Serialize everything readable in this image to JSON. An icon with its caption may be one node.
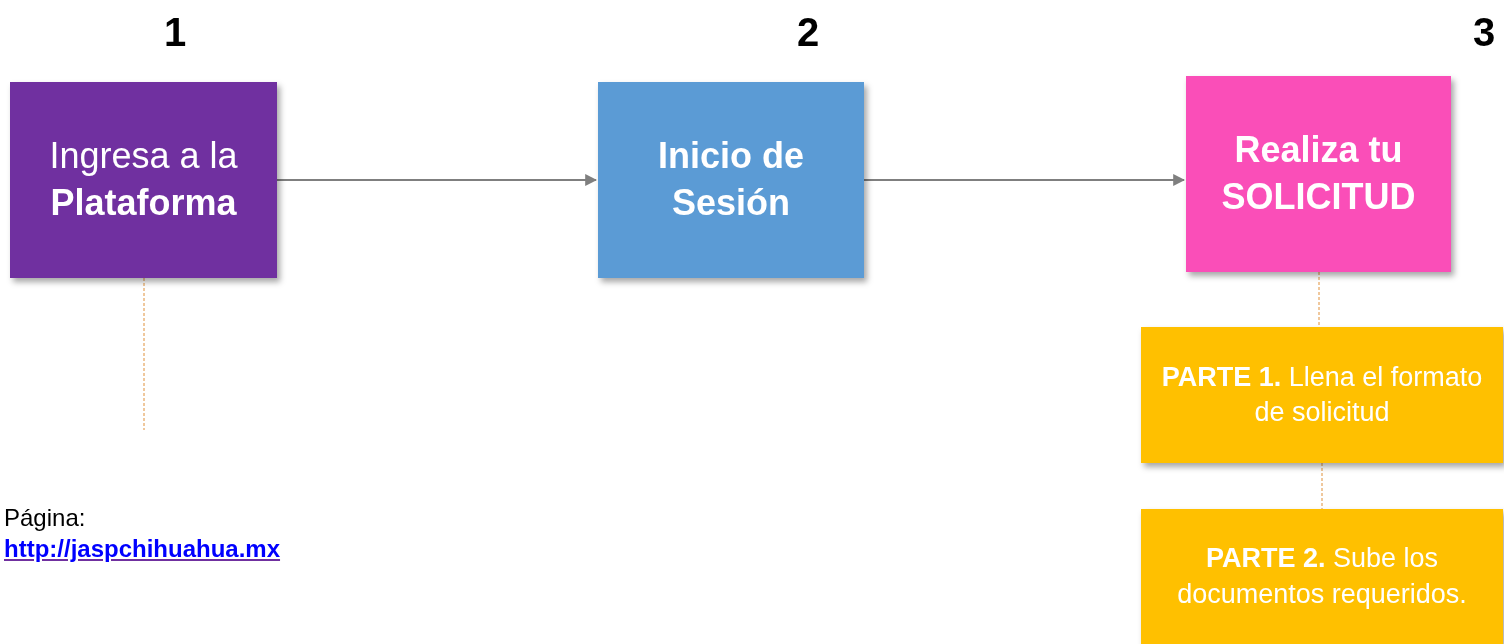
{
  "diagram": {
    "nodes": [
      {
        "text": [
          "Ingresa a la **Plataforma**"
        ]
      },
      {
        "text": [
          "Inicio de Sesión"
        ]
      },
      {
        "text": [
          "Realiza tu SOLICITUD"
        ]
      },
      {
        "text": [
          "**PARTE 1.** Llena el formato de solicitud"
        ]
      },
      {
        "text": [
          "**PARTE 2.** Sube los documentos requeridos."
        ]
      },
      {
        "text": [
          "Página:",
          "http://jaspchihuahua.mx"
        ]
      }
    ],
    "edges": [
      {
        "from": 0,
        "to": 1,
        "arrow": "to",
        "color": "#7f7f7f"
      },
      {
        "from": 1,
        "to": 2,
        "arrow": "to",
        "color": "#7f7f7f"
      },
      {
        "from": 0,
        "to": 5,
        "arrow": "none",
        "style": "dashed"
      },
      {
        "from": 2,
        "to": 3,
        "arrow": "none",
        "style": "dashed"
      },
      {
        "from": 3,
        "to": 4,
        "arrow": "none",
        "style": "dashed"
      }
    ],
    "labels": [
      "1",
      "2",
      "3"
    ]
  }
}
